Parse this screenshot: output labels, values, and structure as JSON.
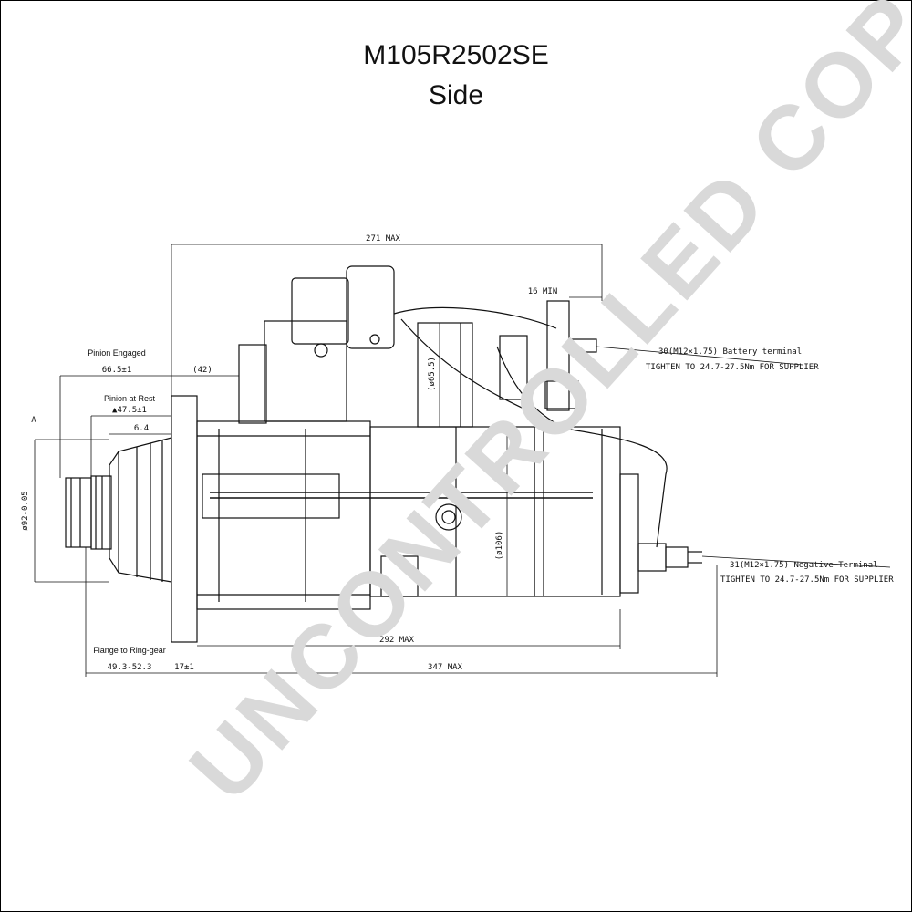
{
  "title": "M105R2502SE",
  "subtitle": "Side",
  "watermark": "UNCONTROLLED COPY",
  "dimensions": {
    "overall_top": "271 MAX",
    "terminal_min": "16 MIN",
    "pinion_engaged_label": "Pinion Engaged",
    "pinion_engaged_value": "66.5±1",
    "offset_42": "(42)",
    "pinion_rest_label": "Pinion at Rest",
    "pinion_rest_value": "▲47.5±1",
    "pinion_6_4": "6.4",
    "datum": "A",
    "pilot_dia": "ø92-0.05",
    "height_65_5": "(ø65.5)",
    "body_dia": "(ø106)",
    "length_292": "292 MAX",
    "flange_to_ringgear_label": "Flange to Ring-gear",
    "flange_to_ringgear_value": "49.3-52.3",
    "flange_thickness": "17±1",
    "overall_347": "347 MAX"
  },
  "callouts": {
    "battery_terminal": "30(M12×1.75) Battery terminal",
    "battery_torque": "TIGHTEN TO 24.7-27.5Nm FOR SUPPLIER",
    "negative_terminal": "31(M12×1.75) Negative Terminal",
    "negative_torque": "TIGHTEN TO 24.7-27.5Nm FOR SUPPLIER"
  },
  "colors": {
    "line": "#111111",
    "watermark": "#d9d9d9"
  }
}
